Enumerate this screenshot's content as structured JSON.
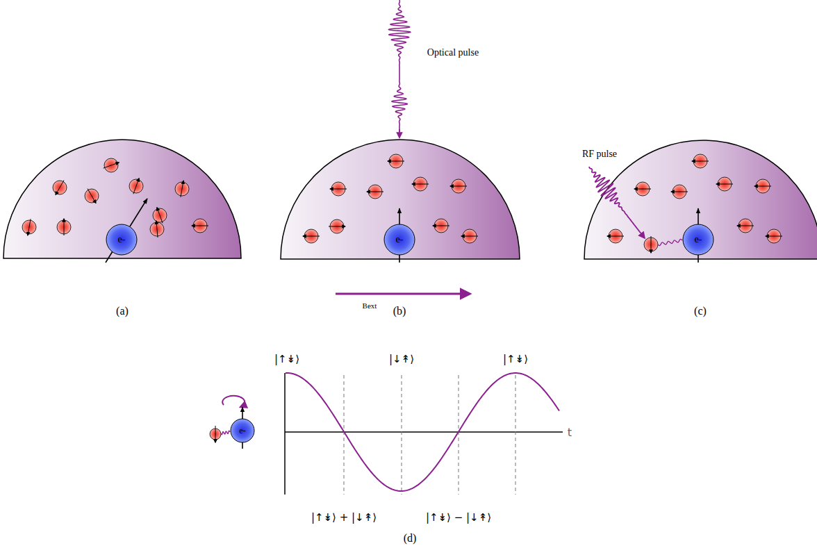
{
  "diagram": {
    "nodes": [
      {
        "text": [
          "e-"
        ]
      },
      {
        "text": [
          "e-"
        ]
      },
      {
        "text": [
          "e-"
        ]
      },
      {
        "text": [
          "e-"
        ]
      }
    ],
    "labels": [
      "(a)",
      "Optical pulse",
      "(b)",
      "Bext",
      "RF pulse",
      "(c)",
      "|↑↡⟩",
      "|↓↟⟩",
      "|↑↡⟩",
      "t",
      "|↑↡⟩ + |↓↟⟩",
      "|↑↡⟩ − |↓↟⟩",
      "(d)"
    ]
  }
}
